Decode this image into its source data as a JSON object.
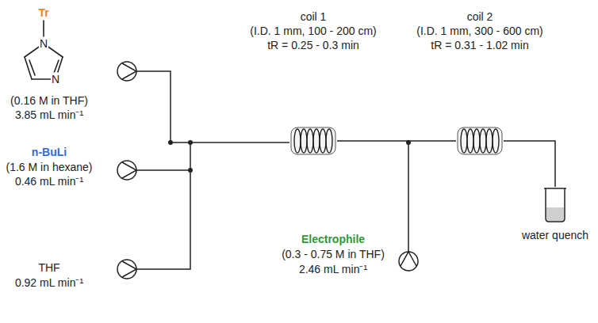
{
  "diagram": {
    "nodes": [
      {
        "text": [
          "coil 1",
          "(I.D. 1 mm, 100 - 200 cm)",
          "tR = 0.25 - 0.3 min"
        ]
      },
      {
        "text": [
          "coil 2",
          "(I.D. 1 mm, 300 - 600 cm)",
          "tR = 0.31 - 1.02 min"
        ]
      },
      {
        "text": [
          "water quench"
        ]
      }
    ],
    "edges": [
      {
        "from": 0,
        "to": 1,
        "arrow": "none"
      },
      {
        "from": 1,
        "to": 2,
        "arrow": "none"
      }
    ],
    "labels": [
      "Tr",
      "N",
      "N",
      "(0.16 M in THF)",
      "3.85 mL min⁻¹",
      "n-BuLi",
      "(1.6 M in hexane)",
      "0.46 mL min⁻¹",
      "THF",
      "0.92 mL min⁻¹",
      "Electrophile",
      "(0.3 - 0.75 M in THF)",
      "2.46 mL min⁻¹"
    ]
  }
}
